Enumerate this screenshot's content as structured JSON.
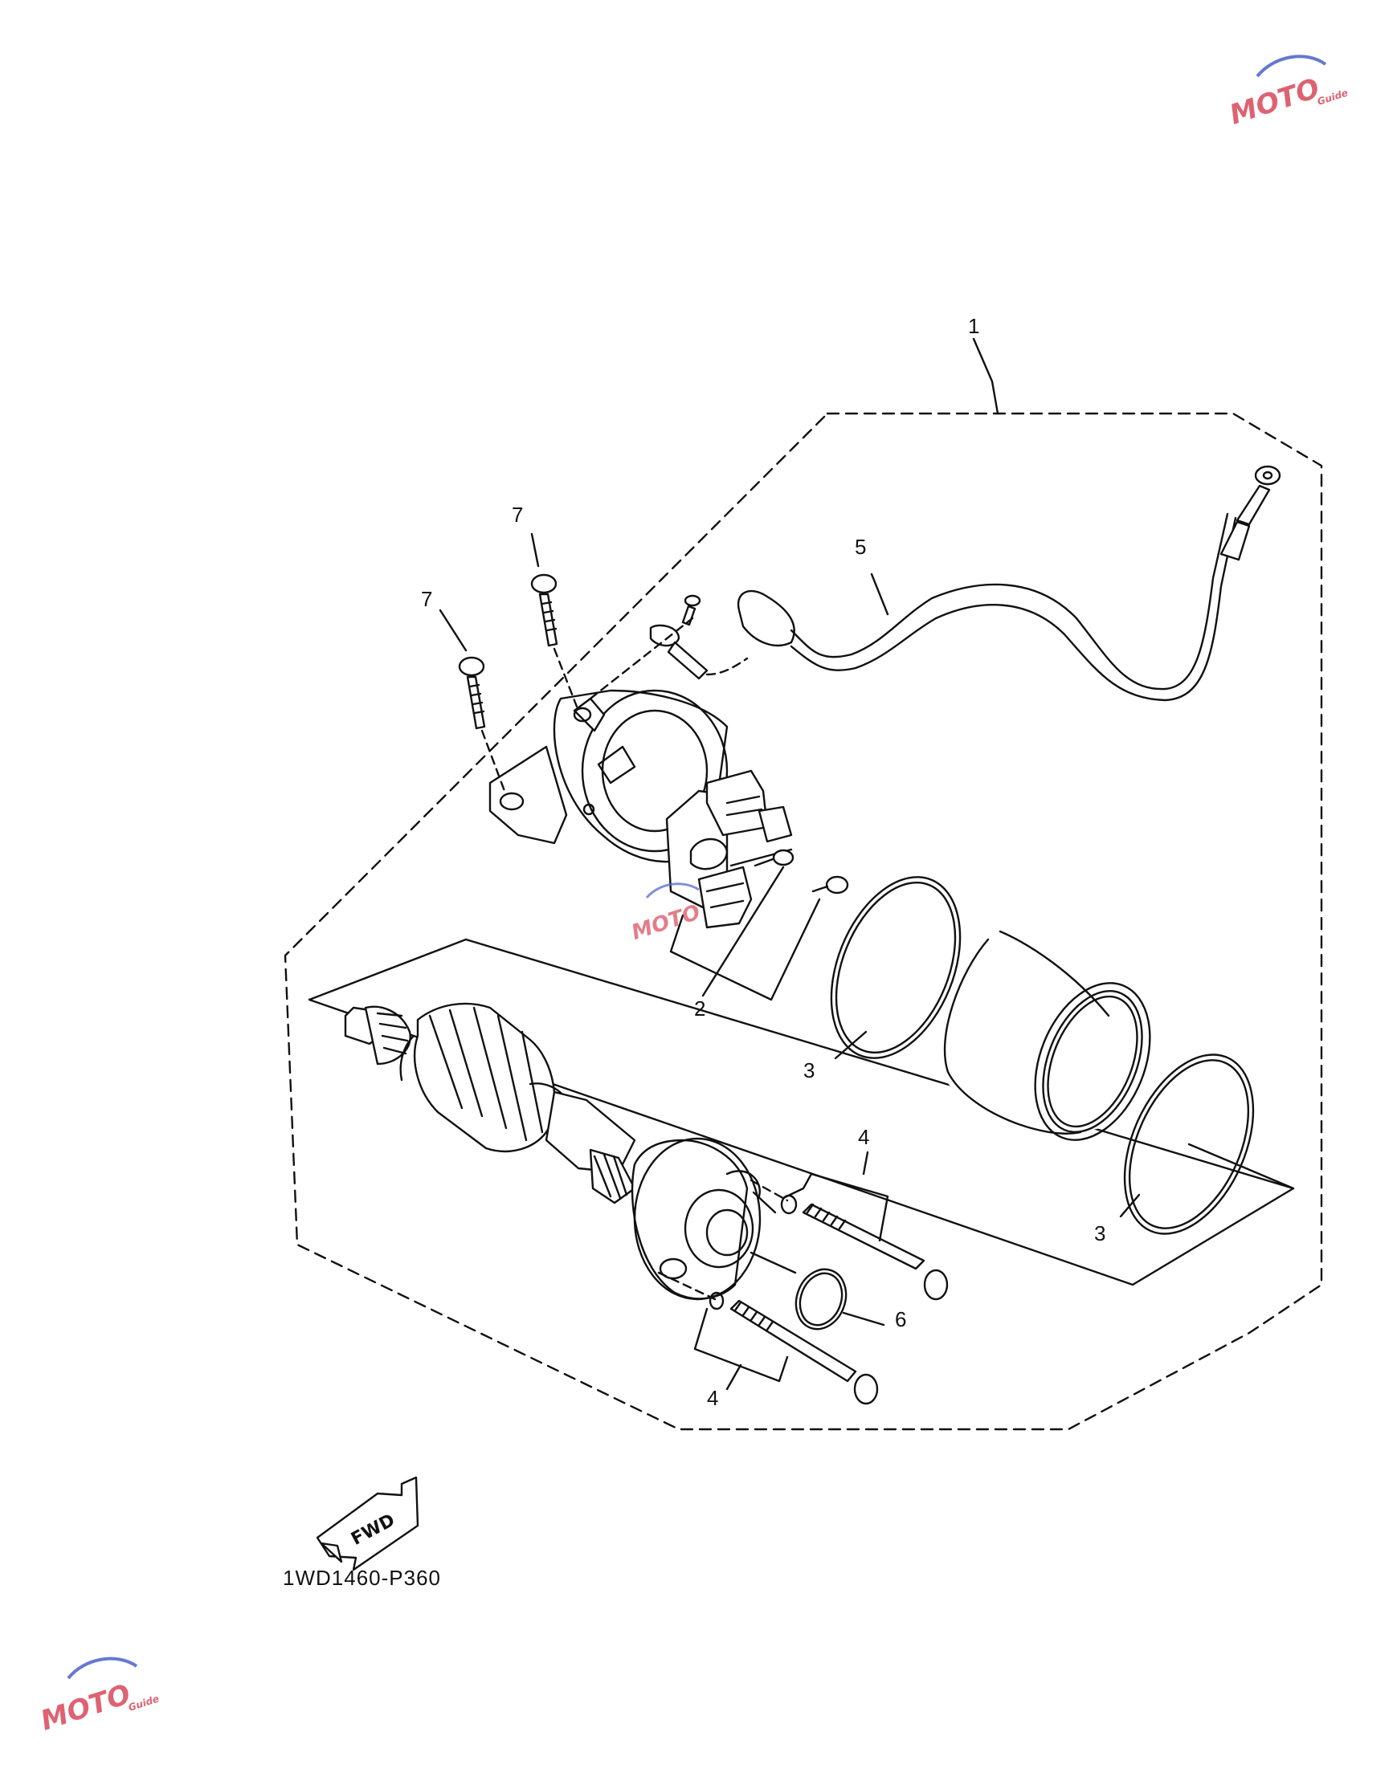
{
  "callouts": {
    "c1": "1",
    "c2": "2",
    "c3a": "3",
    "c3b": "3",
    "c4a": "4",
    "c4b": "4",
    "c5": "5",
    "c6": "6",
    "c7a": "7",
    "c7b": "7"
  },
  "fwd_label": "FWD",
  "diagram_code": "1WD1460-P360",
  "watermark": {
    "brand": "MOTO",
    "sub": "Guide"
  },
  "colors": {
    "line": "#111111",
    "watermark_red": "#d9475a",
    "watermark_blue": "#4a62c9"
  }
}
